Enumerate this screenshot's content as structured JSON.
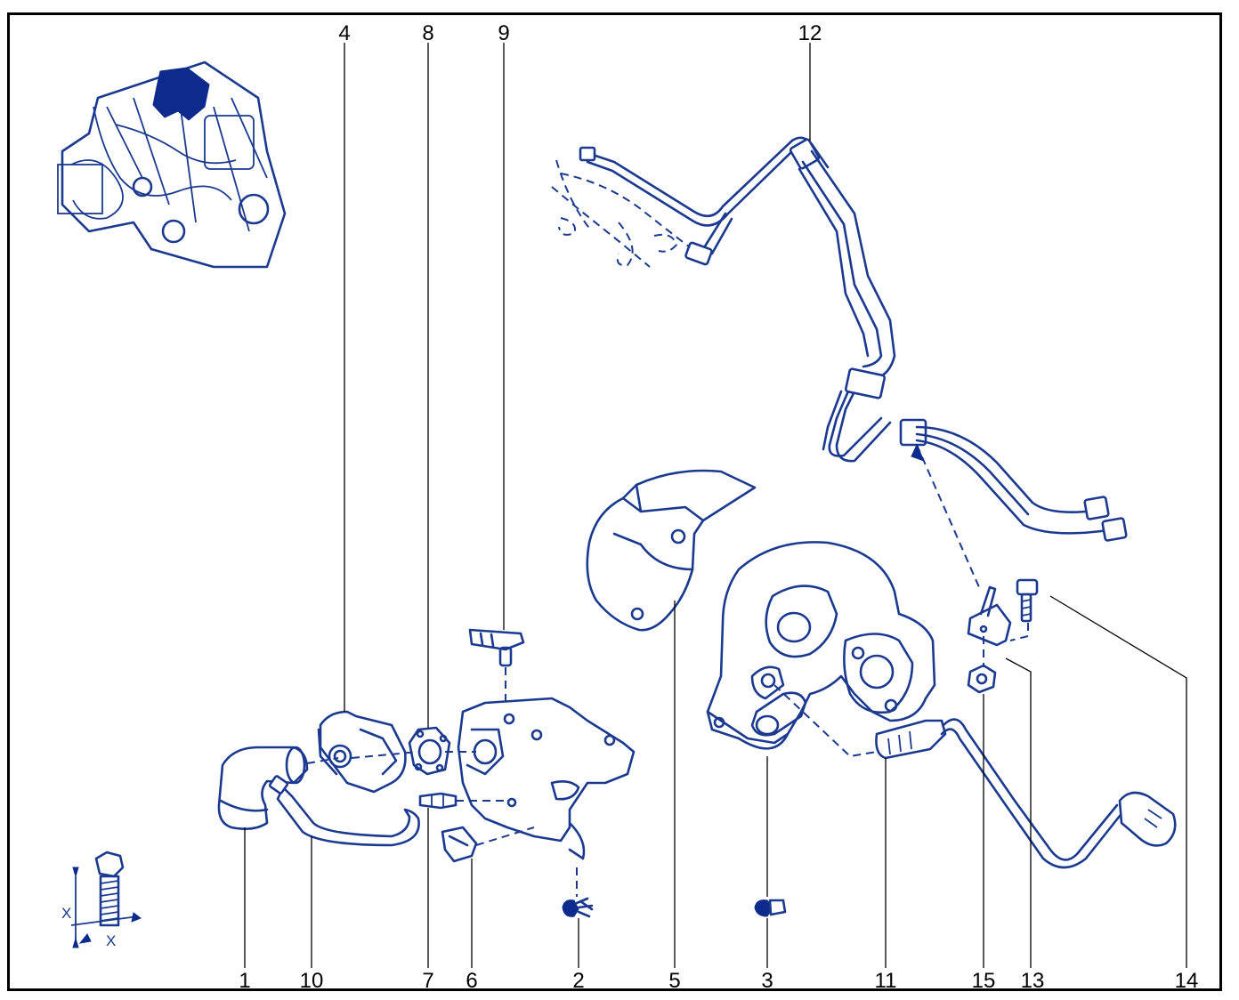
{
  "callouts": {
    "c1": "1",
    "c2": "2",
    "c3": "3",
    "c4": "4",
    "c5": "5",
    "c6": "6",
    "c7": "7",
    "c8": "8",
    "c9": "9",
    "c10": "10",
    "c11": "11",
    "c12": "12",
    "c13": "13",
    "c14": "14",
    "c15": "15"
  },
  "torque_symbol": {
    "x_label_1": "X",
    "x_label_2": "X"
  },
  "colors": {
    "line": "#1b3a8f",
    "fill_dark": "#0d2b8c",
    "frame": "#000000"
  }
}
